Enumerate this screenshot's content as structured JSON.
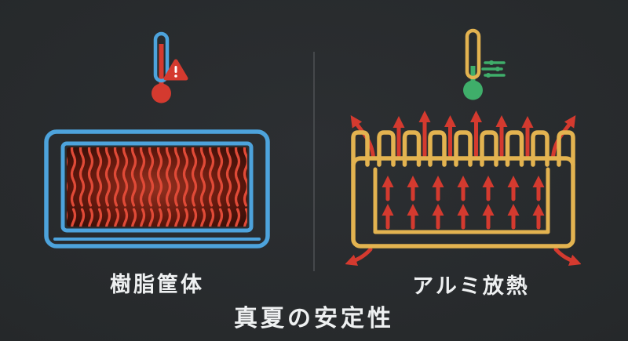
{
  "title": "真夏の安定性",
  "panels": {
    "left": {
      "label": "樹脂筐体",
      "icons": [
        "thermometer-hot-icon",
        "warning-triangle-icon"
      ],
      "diagram": "resin-enclosure-with-trapped-heat"
    },
    "right": {
      "label": "アルミ放熱",
      "icons": [
        "thermometer-cool-icon",
        "airflow-lines-icon"
      ],
      "diagram": "aluminum-finned-heatsink-releasing-heat"
    }
  },
  "colors": {
    "background": "#26292b",
    "blue": "#4da3dc",
    "red": "#d43a2f",
    "wave": "#e04a37",
    "glow_center": "#93301f",
    "glow_edge": "#2e0d07",
    "yellow": "#e3b350",
    "green": "#3fae6a",
    "text": "#eef0f1",
    "divider": "#55585b"
  }
}
